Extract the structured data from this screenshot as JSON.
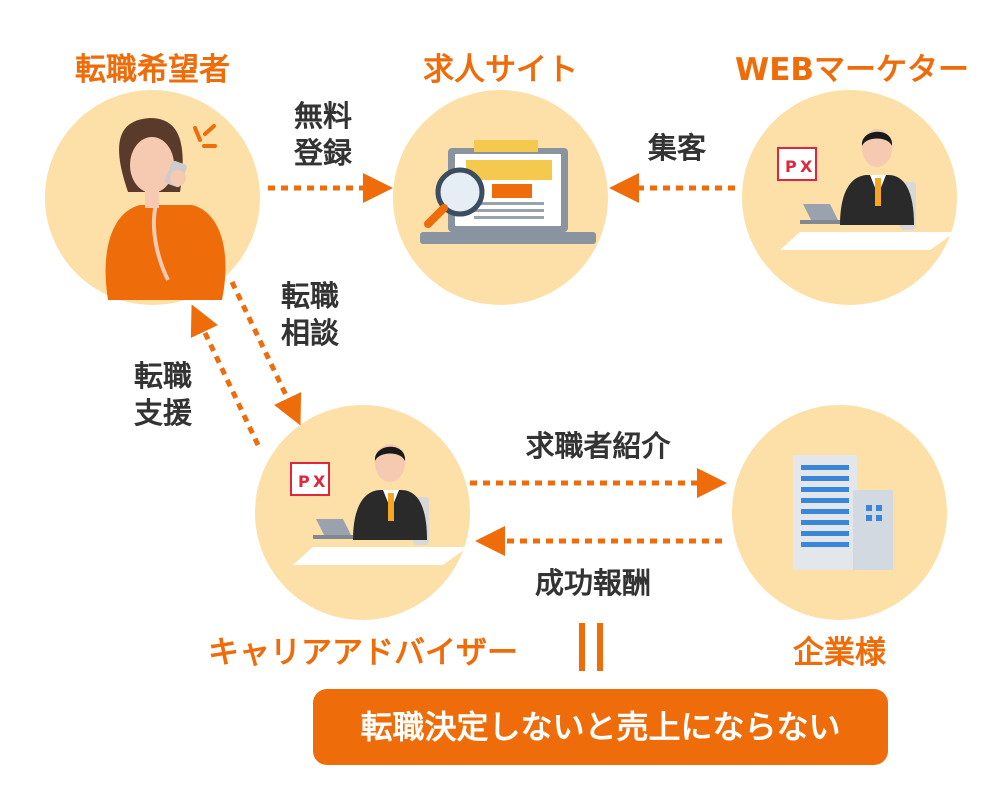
{
  "nodes": {
    "job_seeker": "転職希望者",
    "job_site": "求人サイト",
    "web_marketer": "WEBマーケター",
    "career_advisor": "キャリアアドバイザー",
    "company": "企業様"
  },
  "edges": {
    "free_registration": [
      "無料",
      "登録"
    ],
    "attract_customers": "集客",
    "career_consultation": [
      "転職",
      "相談"
    ],
    "career_support": [
      "転職",
      "支援"
    ],
    "candidate_introduction": "求職者紹介",
    "success_fee": "成功報酬"
  },
  "banner": "転職決定しないと売上にならない",
  "colors": {
    "accent": "#ee6c0a",
    "circle": "#fde0a8",
    "text": "#333333"
  }
}
